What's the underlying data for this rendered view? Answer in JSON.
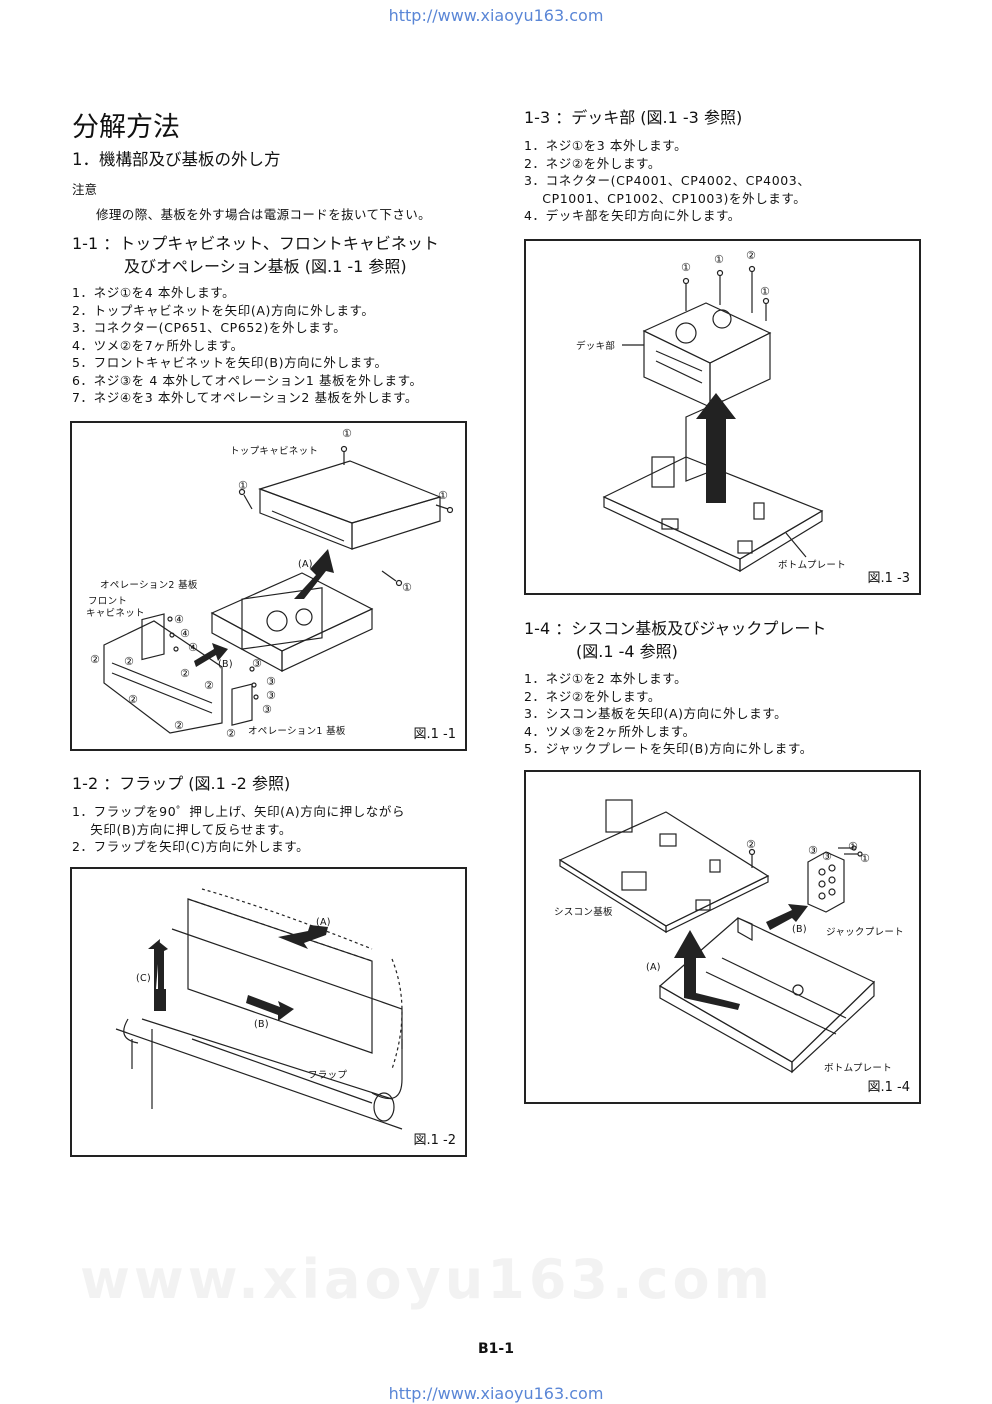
{
  "header_url": "http://www.xiaoyu163.com",
  "footer_url": "http://www.xiaoyu163.com",
  "page_number": "B1-1",
  "watermark_footer": "www.xiaoyu163.com",
  "left": {
    "title": "分解方法",
    "section": "1．機構部及び基板の外し方",
    "note_label": "注意",
    "note_text": "修理の際、基板を外す場合は電源コードを抜いて下さい。",
    "s11_heading_1": "1-1 ：トップキャビネット、フロントキャビネット",
    "s11_heading_2": "及びオペレーション基板 (図.1 -1 参照)",
    "s11_steps": [
      "1．ネジ①を4 本外します。",
      "2．トップキャビネットを矢印(A)方向に外します。",
      "3．コネクター(CP651、CP652)を外します。",
      "4．ツメ②を7ヶ所外します。",
      "5．フロントキャビネットを矢印(B)方向に外します。",
      "6．ネジ③を 4 本外してオペレーション1 基板を外します。",
      "7．ネジ④を3 本外してオペレーション2 基板を外します。"
    ],
    "fig11": {
      "caption": "図.1 -1",
      "label_top_cabinet": "トップキャビネット",
      "label_op2": "オペレーション2 基板",
      "label_front_1": "フロント",
      "label_front_2": "キャビネット",
      "label_op1": "オペレーション1 基板",
      "label_a": "(A)",
      "label_b": "(B)",
      "mark_1": "①",
      "mark_2": "②",
      "mark_3": "③",
      "mark_4": "④"
    },
    "s12_heading": "1-2 ：フラップ (図.1 -2 参照)",
    "s12_steps": [
      "1．フラップを90゜押し上げ、矢印(A)方向に押しながら",
      "    矢印(B)方向に押して反らせます。",
      "2．フラップを矢印(C)方向に外します。"
    ],
    "fig12": {
      "caption": "図.1 -2",
      "label_a": "(A)",
      "label_b": "(B)",
      "label_c": "(C)",
      "label_flap": "フラップ"
    }
  },
  "right": {
    "s13_heading": "1-3 ：デッキ部 (図.1 -3 参照)",
    "s13_steps": [
      "1．ネジ①を3 本外します。",
      "2．ネジ②を外します。",
      "3．コネクター(CP4001、CP4002、CP4003、",
      "    CP1001、CP1002、CP1003)を外します。",
      "4．デッキ部を矢印方向に外します。"
    ],
    "fig13": {
      "caption": "図.1 -3",
      "label_deck": "デッキ部",
      "label_bottom": "ボトムプレート",
      "mark_1": "①",
      "mark_2": "②"
    },
    "s14_heading_1": "1-4 ：シスコン基板及びジャックプレート",
    "s14_heading_2": "(図.1 -4 参照)",
    "s14_steps": [
      "1．ネジ①を2 本外します。",
      "2．ネジ②を外します。",
      "3．シスコン基板を矢印(A)方向に外します。",
      "4．ツメ③を2ヶ所外します。",
      "5．ジャックプレートを矢印(B)方向に外します。"
    ],
    "fig14": {
      "caption": "図.1 -4",
      "label_syscon": "シスコン基板",
      "label_jack": "ジャックプレート",
      "label_bottom": "ボトムプレート",
      "label_a": "(A)",
      "label_b": "(B)",
      "mark_1": "①",
      "mark_2": "②",
      "mark_3": "③"
    }
  }
}
